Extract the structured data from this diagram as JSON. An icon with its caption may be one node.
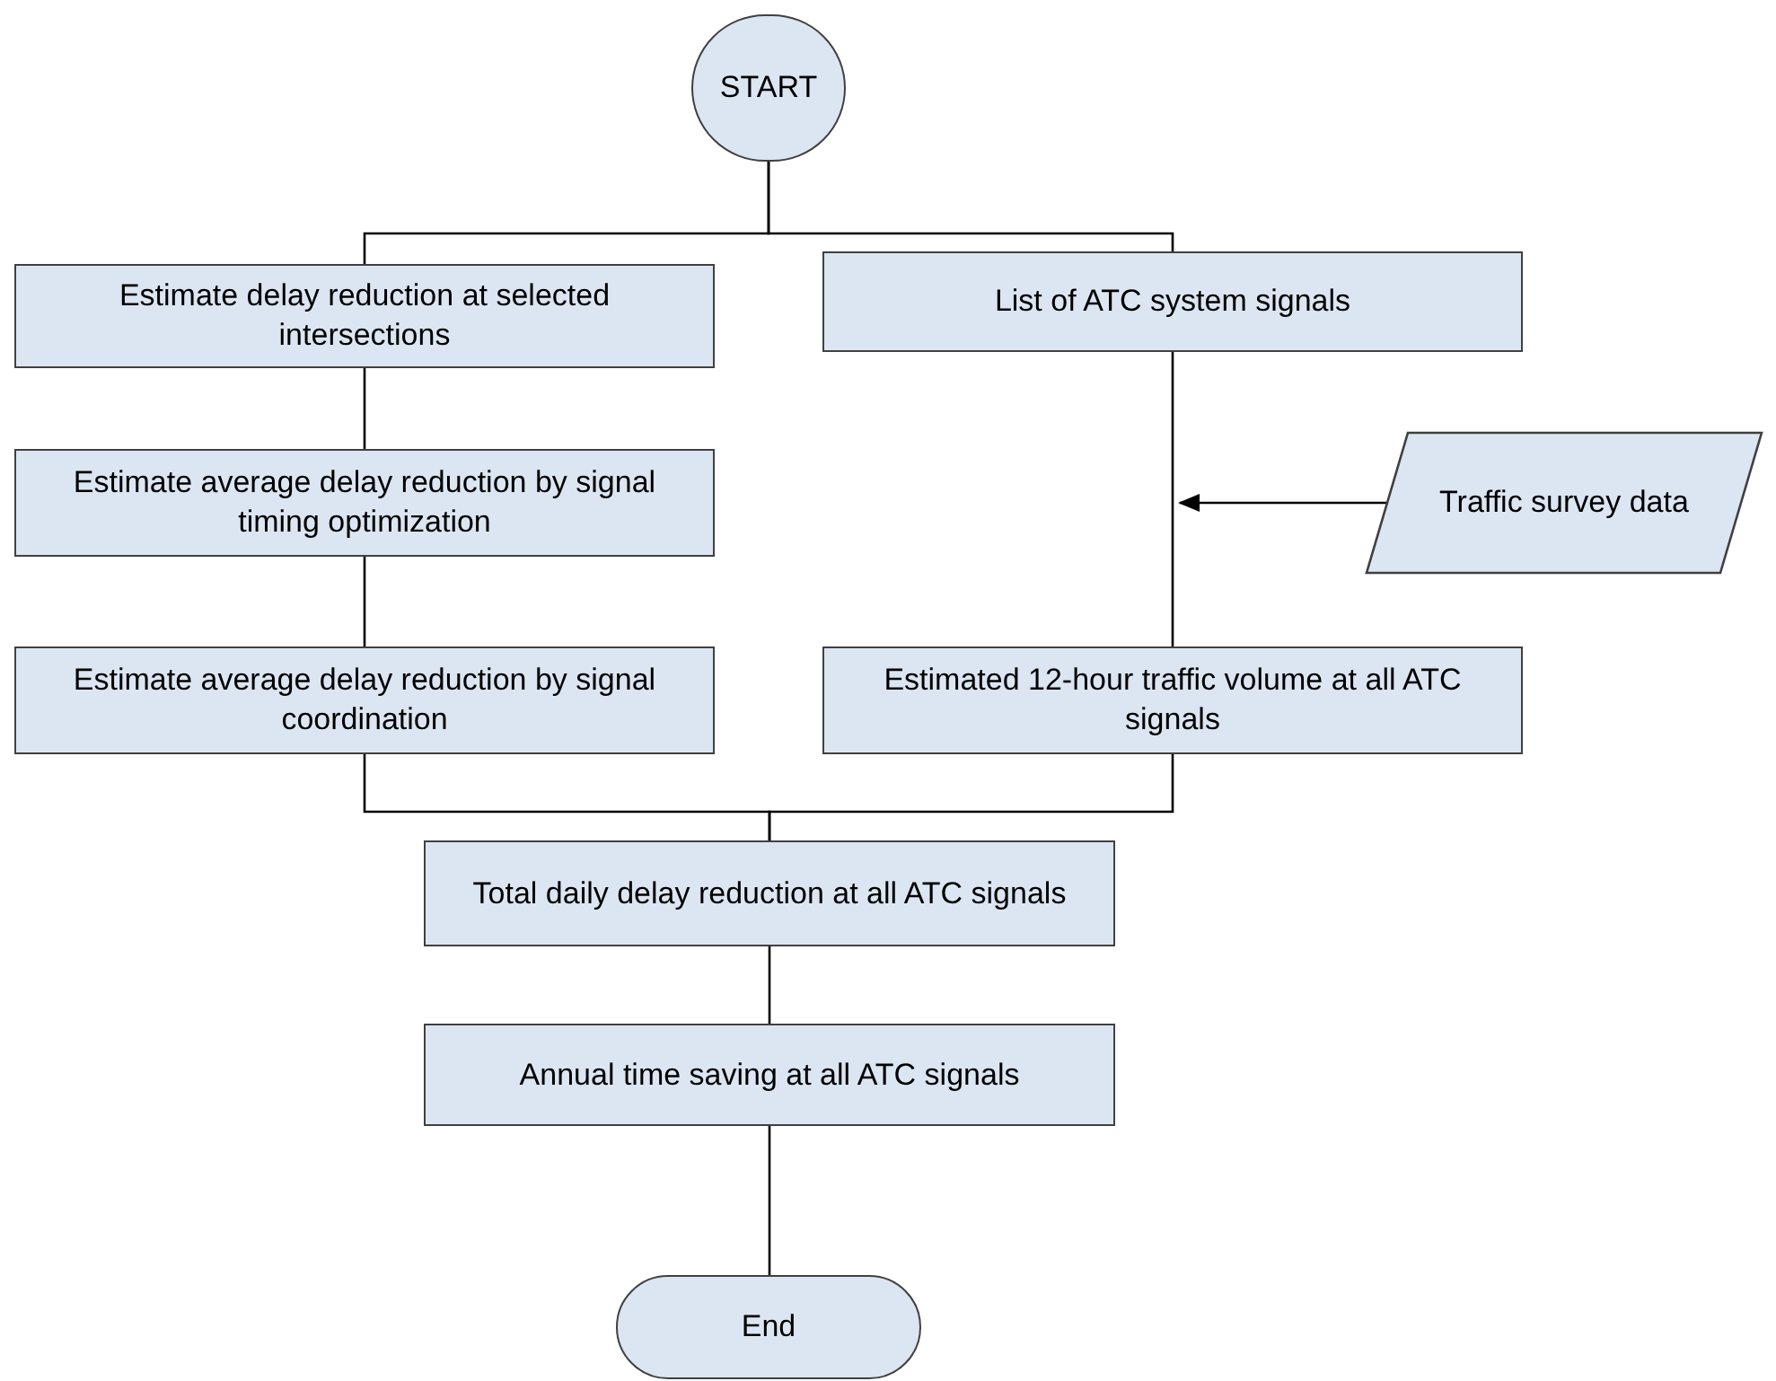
{
  "diagram": {
    "nodes": [
      {
        "text": [
          "START"
        ]
      },
      {
        "text": [
          "Estimate delay reduction at selected intersections"
        ]
      },
      {
        "text": [
          "List of ATC system signals"
        ]
      },
      {
        "text": [
          "Estimate average delay reduction by signal timing optimization"
        ]
      },
      {
        "text": [
          "Traffic survey data"
        ]
      },
      {
        "text": [
          "Estimate average delay reduction by signal coordination"
        ]
      },
      {
        "text": [
          "Estimated 12-hour traffic volume at all ATC signals"
        ]
      },
      {
        "text": [
          "Total daily delay reduction at all ATC signals"
        ]
      },
      {
        "text": [
          "Annual time saving at all ATC signals"
        ]
      },
      {
        "text": [
          "End"
        ]
      }
    ],
    "edges": [
      {
        "from": 0,
        "to": 1,
        "arrow": "none"
      },
      {
        "from": 0,
        "to": 2,
        "arrow": "none"
      },
      {
        "from": 1,
        "to": 3,
        "arrow": "none"
      },
      {
        "from": 3,
        "to": 5,
        "arrow": "none"
      },
      {
        "from": 2,
        "to": 6,
        "arrow": "none"
      },
      {
        "from": 4,
        "to": null,
        "arrow": "to"
      },
      {
        "from": 5,
        "to": 7,
        "arrow": "none"
      },
      {
        "from": 6,
        "to": 7,
        "arrow": "none"
      },
      {
        "from": 7,
        "to": 8,
        "arrow": "none"
      },
      {
        "from": 8,
        "to": 9,
        "arrow": "none"
      }
    ]
  }
}
